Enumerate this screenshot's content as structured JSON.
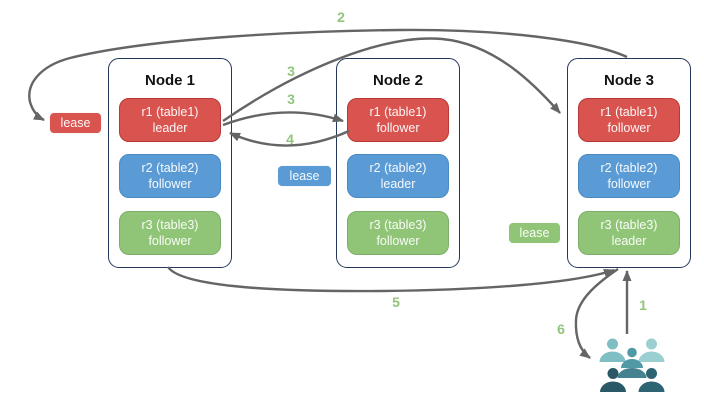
{
  "nodes": [
    {
      "title": "Node 1",
      "replicas": [
        {
          "name": "r1 (table1)",
          "role": "leader",
          "color": "red"
        },
        {
          "name": "r2 (table2)",
          "role": "follower",
          "color": "blue"
        },
        {
          "name": "r3 (table3)",
          "role": "follower",
          "color": "green"
        }
      ]
    },
    {
      "title": "Node 2",
      "replicas": [
        {
          "name": "r1 (table1)",
          "role": "follower",
          "color": "red"
        },
        {
          "name": "r2 (table2)",
          "role": "leader",
          "color": "blue"
        },
        {
          "name": "r3 (table3)",
          "role": "follower",
          "color": "green"
        }
      ]
    },
    {
      "title": "Node 3",
      "replicas": [
        {
          "name": "r1 (table1)",
          "role": "follower",
          "color": "red"
        },
        {
          "name": "r2 (table2)",
          "role": "follower",
          "color": "blue"
        },
        {
          "name": "r3 (table3)",
          "role": "leader",
          "color": "green"
        }
      ]
    }
  ],
  "leases": [
    {
      "label": "lease",
      "color": "red"
    },
    {
      "label": "lease",
      "color": "blue"
    },
    {
      "label": "lease",
      "color": "green"
    }
  ],
  "steps": {
    "s1": "1",
    "s2": "2",
    "s3a": "3",
    "s3b": "3",
    "s4": "4",
    "s5": "5",
    "s6": "6"
  },
  "icons": {
    "users_icon": "group-of-people"
  },
  "colors": {
    "red": "#d9534f",
    "red_border": "#b93734",
    "blue": "#5b9bd5",
    "blue_border": "#4a8ac2",
    "green": "#90c577",
    "green_border": "#7cae66",
    "node_border": "#24385b",
    "arrow": "#656565",
    "step_label": "#93c47d",
    "users_back": "#7fbec3",
    "users_back_light": "#9ccfd2",
    "users_mid": "#4f9aa4",
    "users_front_mid": "#44828f",
    "users_front_left": "#2b5866",
    "users_front_right": "#2e6374"
  }
}
